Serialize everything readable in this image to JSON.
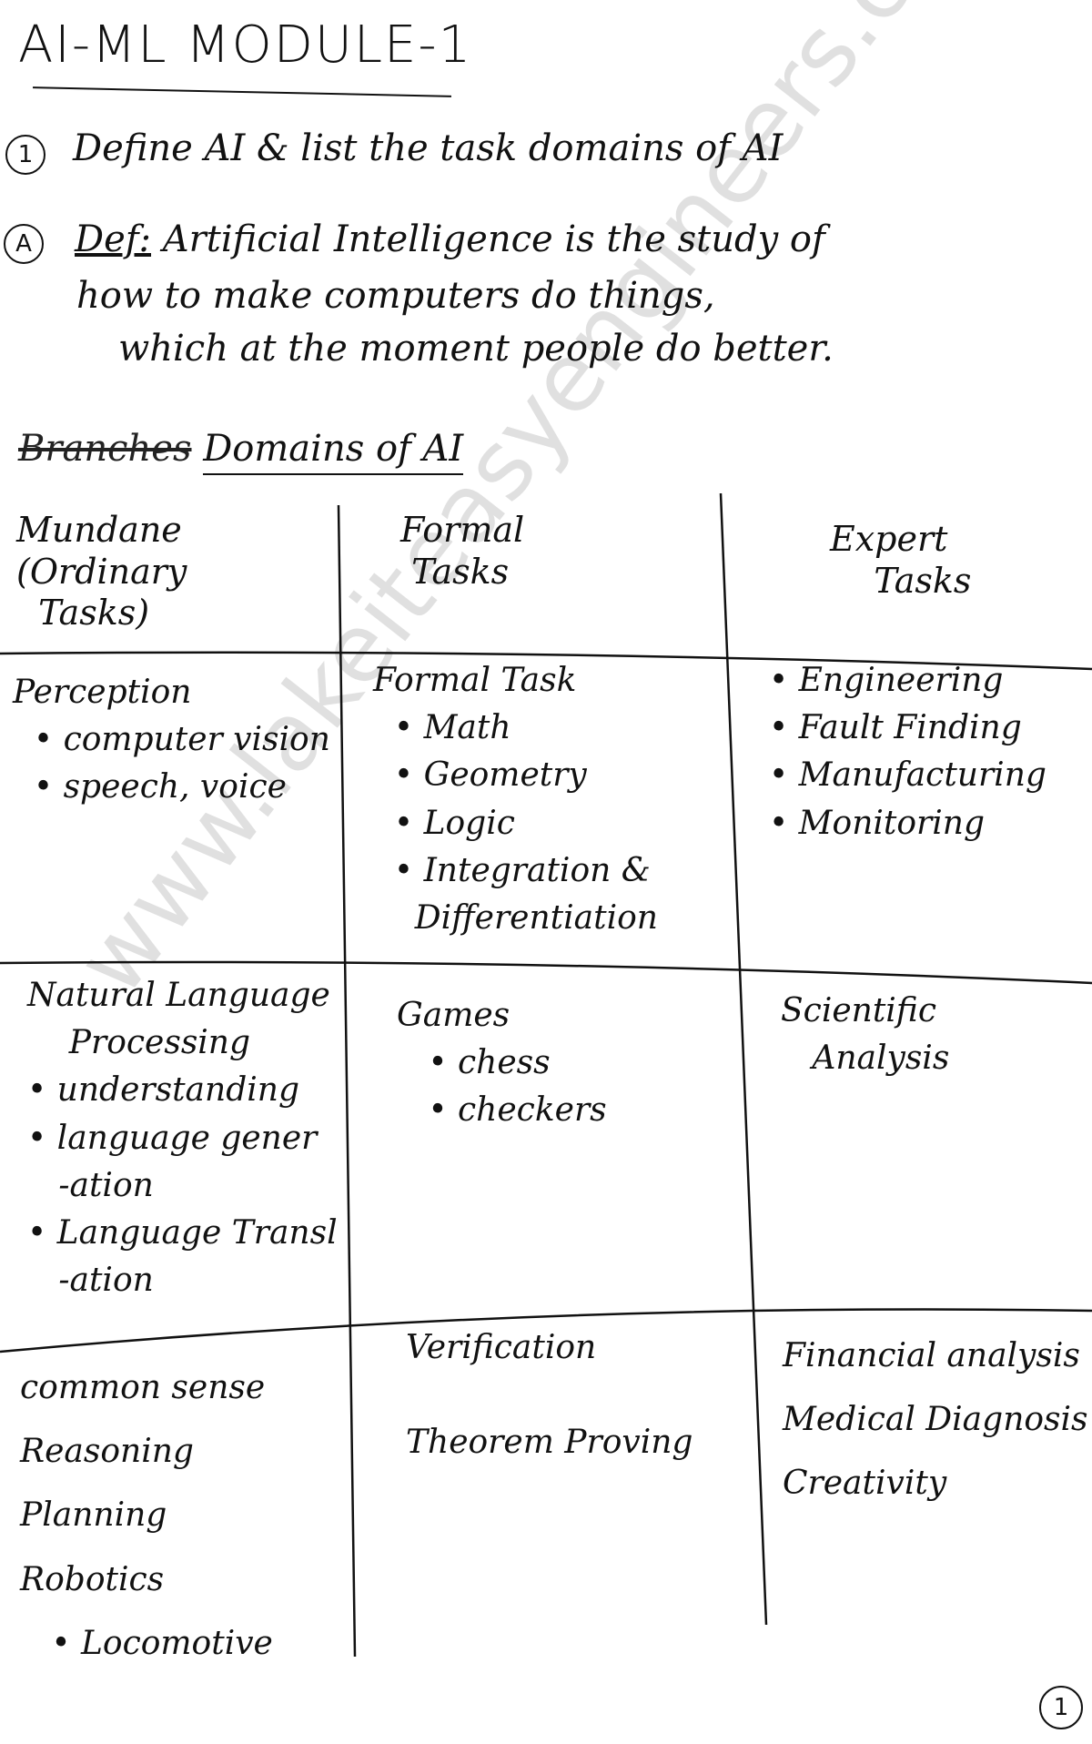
{
  "title": "AI-ML MODULE-1",
  "question": {
    "number": "1",
    "text": "Define AI & list the task domains of AI"
  },
  "answer": {
    "marker": "A",
    "def_label": "Def:",
    "line1": "Artificial Intelligence is the study of",
    "line2": "how to make computers do things,",
    "line3": "which at the moment people do better."
  },
  "domains_heading": {
    "struck_word": "Branches",
    "text": "Domains of AI"
  },
  "table": {
    "headers": [
      "Mundane\n(Ordinary\n  Tasks)",
      "Formal\n Tasks",
      "Expert\n    Tasks"
    ],
    "rows": [
      [
        "Perception\n  • computer vision\n  • speech, voice",
        "Formal Task\n  • Math\n  • Geometry\n  • Logic\n  • Integration &\n    Differentiation",
        "• Engineering\n• Fault Finding\n• Manufacturing\n• Monitoring"
      ],
      [
        "Natural Language\n    Processing\n• understanding\n• language gener\n   -ation\n• Language Transl\n   -ation",
        "Games\n   • chess\n   • checkers",
        "Scientific\n   Analysis"
      ],
      [
        "common sense\nReasoning\nPlanning\nRobotics\n   • Locomotive",
        "Verification\n\nTheorem Proving",
        "Financial analysis\nMedical Diagnosis\nCreativity"
      ]
    ]
  },
  "watermark": "www.lakeiteasyengineers.com",
  "page_number": "1"
}
